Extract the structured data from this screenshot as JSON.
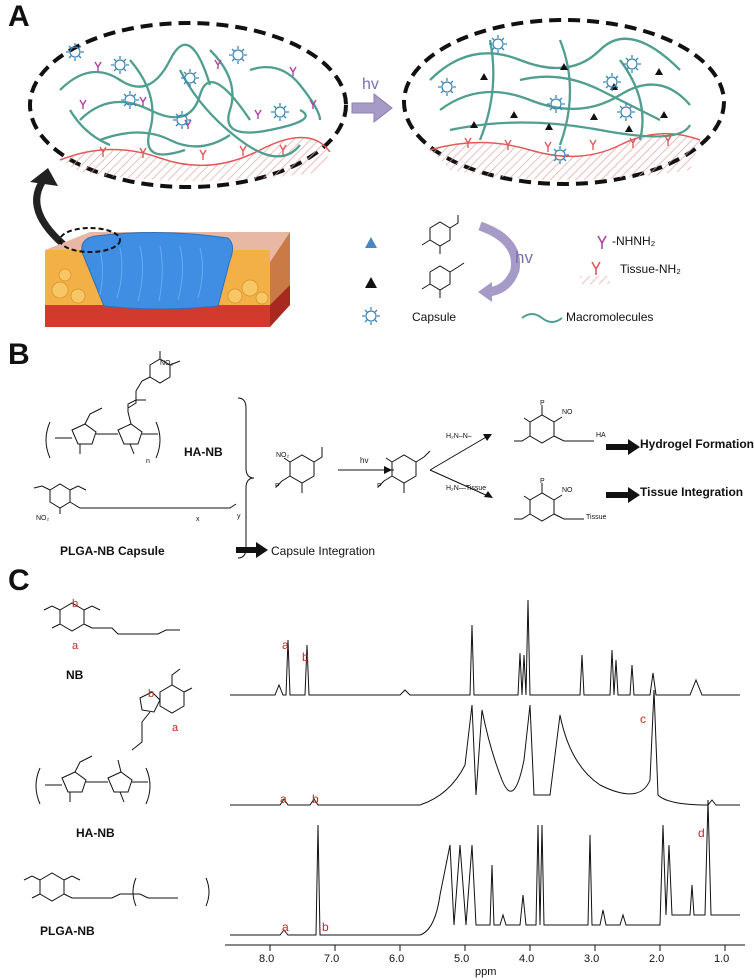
{
  "panels": {
    "a": "A",
    "b": "B",
    "c": "C"
  },
  "panel_a": {
    "hv_top": "hv",
    "hv_cycle": "hv",
    "legend": {
      "nhnh2": "-NHNH₂",
      "tissue_nh2": "Tissue-NH₂",
      "capsule": "Capsule",
      "macromolecules": "Macromolecules"
    },
    "colors": {
      "macromolecule": "#4f9e8f",
      "hydrazide": "#b0439c",
      "tissue": "#e05a5a",
      "capsule": "#3d86b8",
      "arrow": "#9b8fbf",
      "hydrogel": "#3f8ee3"
    }
  },
  "panel_b": {
    "ha_nb": "HA-NB",
    "plga_capsule": "PLGA-NB Capsule",
    "capsule_integration": "Capsule Integration",
    "hv": "hv",
    "hydrogel_formation": "Hydrogel Formation",
    "tissue_integration": "Tissue Integration",
    "subscripts": {
      "n": "n",
      "x": "x",
      "y": "y"
    },
    "groups": {
      "no2": "NO₂",
      "no": "NO",
      "p": "P",
      "ha": "HA",
      "tissue": "Tissue",
      "nh2nh": "H₂N‒N‒",
      "h2n_tissue": "H₂N—Tissue"
    }
  },
  "panel_c": {
    "nb": "NB",
    "ha_nb": "HA-NB",
    "plga_nb": "PLGA-NB",
    "xlabel": "ppm",
    "ticks": [
      "8.0",
      "7.0",
      "6.0",
      "5.0",
      "4.0",
      "3.0",
      "2.0",
      "1.0"
    ],
    "peak_labels": {
      "a": "a",
      "b": "b",
      "c": "c",
      "d": "d"
    }
  }
}
